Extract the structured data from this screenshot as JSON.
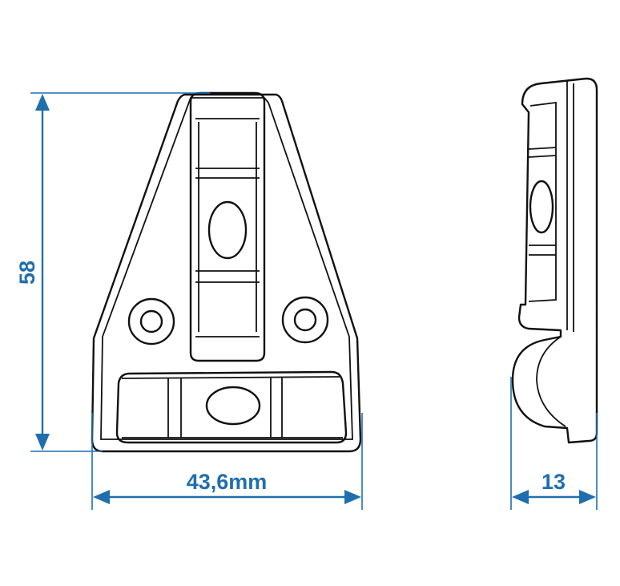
{
  "dimensions": {
    "height_label": "58",
    "width_label": "43,6mm",
    "depth_label": "13"
  },
  "colors": {
    "dimension": "#1f6fae",
    "outline": "#111111",
    "background": "#ffffff"
  }
}
